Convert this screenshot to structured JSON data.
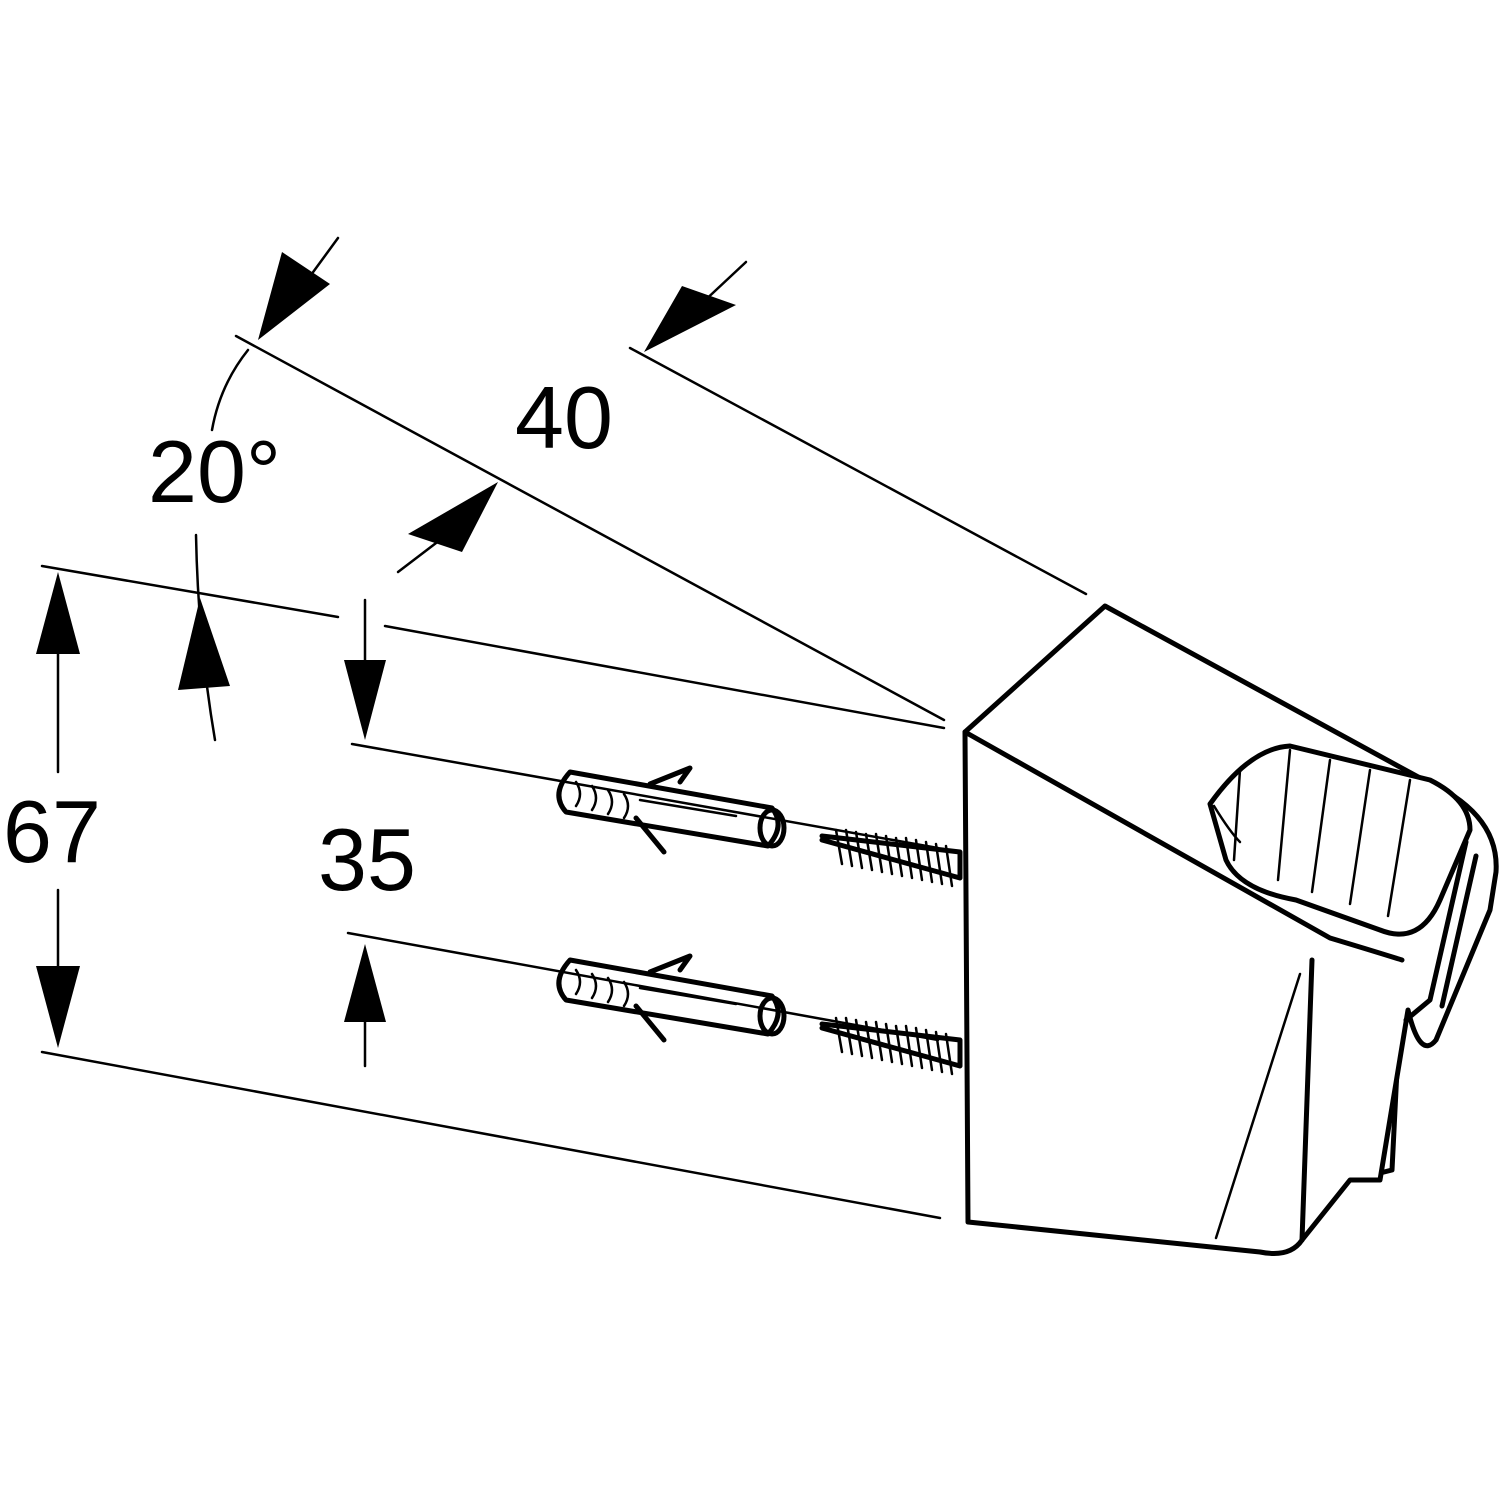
{
  "dimensions": {
    "angle": "20°",
    "depth": "40",
    "height": "67",
    "hole_spacing": "35"
  },
  "colors": {
    "ink": "#000000",
    "paper": "#ffffff"
  }
}
